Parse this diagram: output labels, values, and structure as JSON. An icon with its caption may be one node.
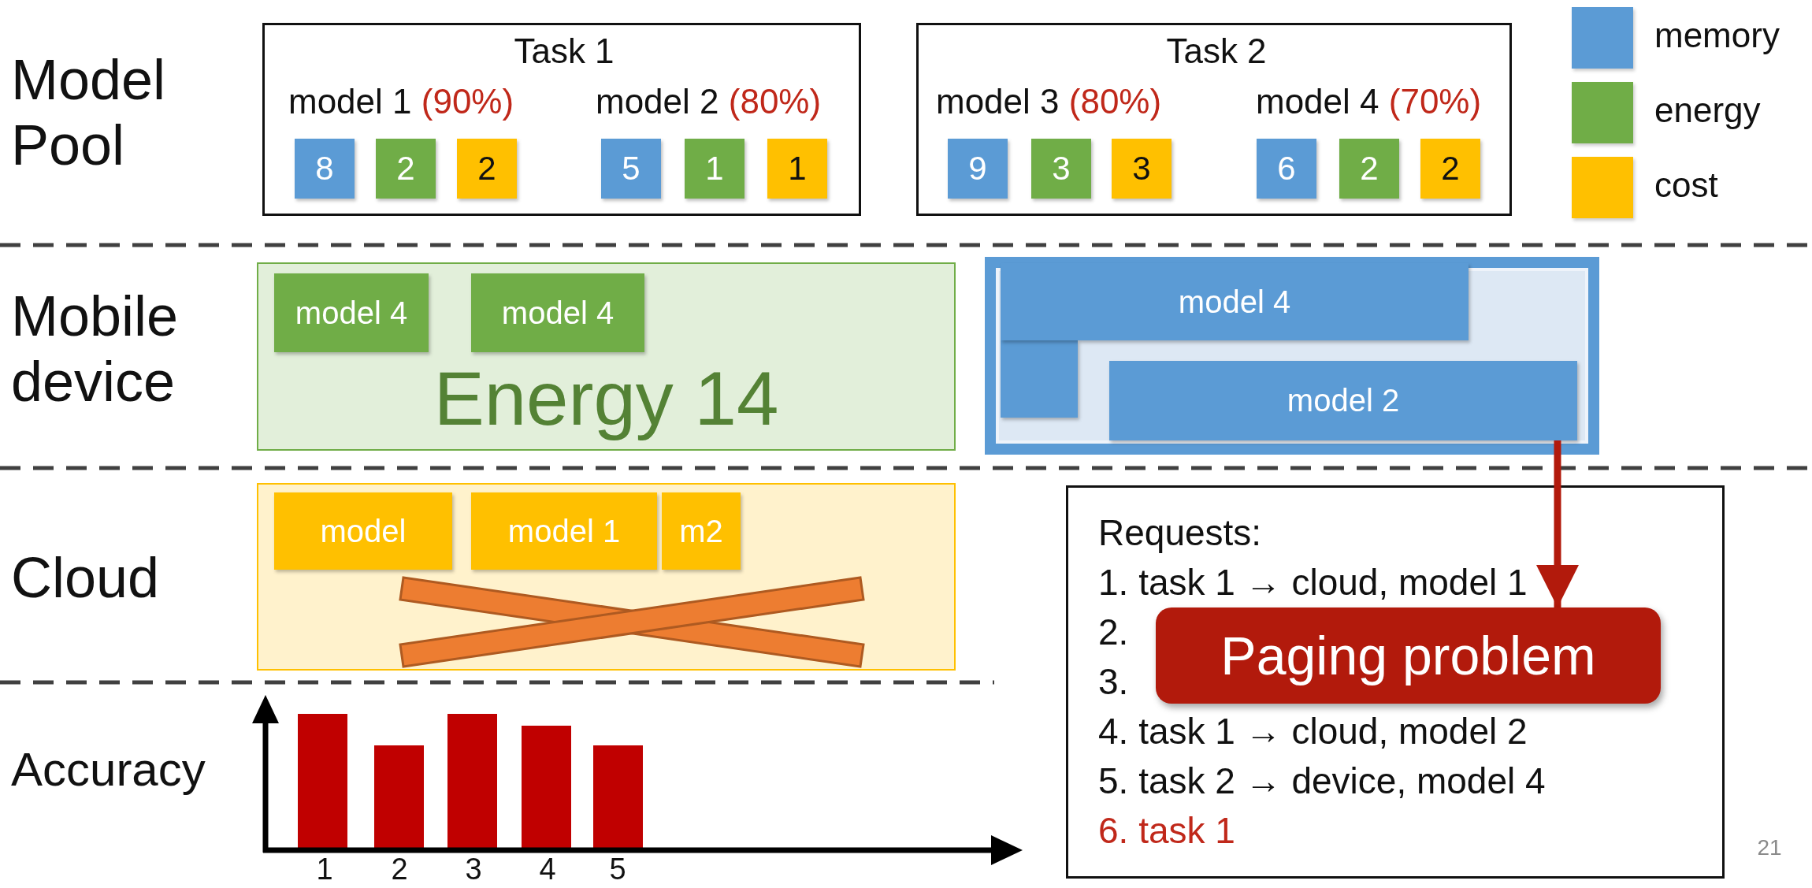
{
  "diagram": {
    "nodes": [
      {
        "text": [
          "Task 1",
          "model 1 (90%)",
          "model 2 (80%)"
        ]
      },
      {
        "text": [
          "8"
        ],
        "in": 0
      },
      {
        "text": [
          "2"
        ],
        "in": 0
      },
      {
        "text": [
          "2"
        ],
        "in": 0
      },
      {
        "text": [
          "5"
        ],
        "in": 0
      },
      {
        "text": [
          "1"
        ],
        "in": 0
      },
      {
        "text": [
          "1"
        ],
        "in": 0
      },
      {
        "text": [
          "Task 2",
          "model 3 (80%)",
          "model 4 (70%)"
        ]
      },
      {
        "text": [
          "9"
        ],
        "in": 7
      },
      {
        "text": [
          "3"
        ],
        "in": 7
      },
      {
        "text": [
          "3"
        ],
        "in": 7
      },
      {
        "text": [
          "6"
        ],
        "in": 7
      },
      {
        "text": [
          "2"
        ],
        "in": 7
      },
      {
        "text": [
          "2"
        ],
        "in": 7
      },
      {
        "text": [
          "Energy 14"
        ]
      },
      {
        "text": [
          "model 4"
        ],
        "in": 14
      },
      {
        "text": [
          "model 4"
        ],
        "in": 14
      },
      {
        "text": [],
        "shape": "box"
      },
      {
        "text": [
          "model 4"
        ],
        "in": 17
      },
      {
        "text": [],
        "shape": "box",
        "in": 17
      },
      {
        "text": [
          "model 2"
        ],
        "in": 17
      },
      {
        "text": [],
        "shape": "box"
      },
      {
        "text": [
          "model"
        ],
        "in": 21
      },
      {
        "text": [
          "model 1"
        ],
        "in": 21
      },
      {
        "text": [
          "m2"
        ],
        "in": 21
      },
      {
        "text": [
          "Requests:",
          "1. task 1 → cloud, model 1",
          "2.",
          "3.",
          "4. task 1 → cloud, model 2",
          "5. task 2 → device, model 4",
          "6. task 1"
        ]
      },
      {
        "text": [
          "Paging problem"
        ],
        "in": 25
      }
    ],
    "edges": [
      {
        "from": 20,
        "to": 26,
        "arrow": "to",
        "color": "#b21a0c"
      }
    ],
    "labels": [
      "Model Pool",
      "Mobile device",
      "Cloud",
      "Accuracy",
      "1",
      "2",
      "3",
      "4",
      "5",
      "21"
    ],
    "legend": [
      {
        "text": "memory",
        "color": "#5b9bd5"
      },
      {
        "text": "energy",
        "color": "#70ad47"
      },
      {
        "text": "cost",
        "color": "#ffc000"
      }
    ]
  }
}
